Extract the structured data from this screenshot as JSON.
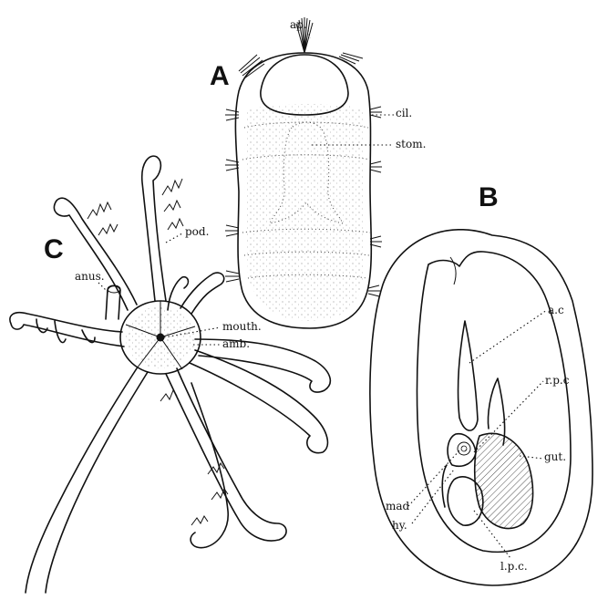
{
  "panels": [
    {
      "id": "A",
      "label": "A"
    },
    {
      "id": "B",
      "label": "B"
    },
    {
      "id": "C",
      "label": "C"
    }
  ],
  "labels_a": {
    "ap": "ap.",
    "cil": "cil.",
    "stom": "stom."
  },
  "labels_b": {
    "ac": "a.c",
    "rpc": "r.p.c",
    "gut": "gut.",
    "lpc": "l.p.c.",
    "mad": "mad",
    "hy": "hy."
  },
  "labels_c": {
    "pod": "pod.",
    "anus": "anus.",
    "mouth": "mouth.",
    "amb": "amb."
  },
  "colors": {
    "ink": "#111111",
    "paper": "#ffffff"
  }
}
